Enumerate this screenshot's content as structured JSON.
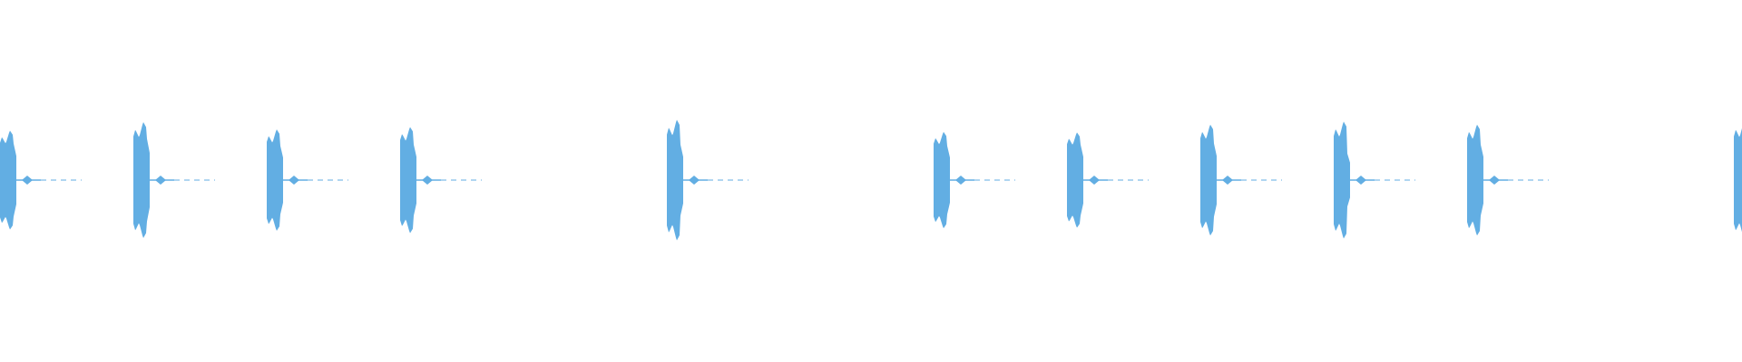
{
  "waveform": {
    "color": "#62aee3",
    "background": "#ffffff",
    "bursts": [
      {
        "present": true,
        "peak": 0.82,
        "tail": 0.62
      },
      {
        "present": true,
        "peak": 0.96,
        "tail": 0.7
      },
      {
        "present": true,
        "peak": 0.84,
        "tail": 0.58
      },
      {
        "present": true,
        "peak": 0.88,
        "tail": 0.6
      },
      {
        "present": false
      },
      {
        "present": true,
        "peak": 1.0,
        "tail": 0.6
      },
      {
        "present": false
      },
      {
        "present": true,
        "peak": 0.8,
        "tail": 0.58
      },
      {
        "present": true,
        "peak": 0.79,
        "tail": 0.6
      },
      {
        "present": true,
        "peak": 0.92,
        "tail": 0.62
      },
      {
        "present": true,
        "peak": 0.97,
        "tail": 0.45
      },
      {
        "present": true,
        "peak": 0.92,
        "tail": 0.6
      },
      {
        "present": false
      },
      {
        "present": true,
        "peak": 0.96,
        "tail": 0.1
      }
    ]
  }
}
